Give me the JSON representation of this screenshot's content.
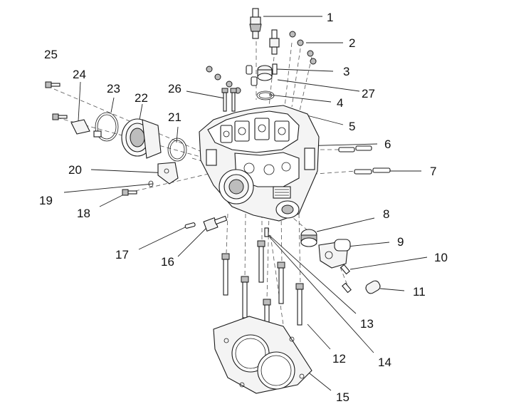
{
  "callouts": [
    {
      "id": "1",
      "label": "1"
    },
    {
      "id": "2",
      "label": "2"
    },
    {
      "id": "3",
      "label": "3"
    },
    {
      "id": "4",
      "label": "4"
    },
    {
      "id": "5",
      "label": "5"
    },
    {
      "id": "6",
      "label": "6"
    },
    {
      "id": "7",
      "label": "7"
    },
    {
      "id": "8",
      "label": "8"
    },
    {
      "id": "9",
      "label": "9"
    },
    {
      "id": "10",
      "label": "10"
    },
    {
      "id": "11",
      "label": "11"
    },
    {
      "id": "12",
      "label": "12"
    },
    {
      "id": "13",
      "label": "13"
    },
    {
      "id": "14",
      "label": "14"
    },
    {
      "id": "15",
      "label": "15"
    },
    {
      "id": "16",
      "label": "16"
    },
    {
      "id": "17",
      "label": "17"
    },
    {
      "id": "18",
      "label": "18"
    },
    {
      "id": "19",
      "label": "19"
    },
    {
      "id": "20",
      "label": "20"
    },
    {
      "id": "21",
      "label": "21"
    },
    {
      "id": "22",
      "label": "22"
    },
    {
      "id": "23",
      "label": "23"
    },
    {
      "id": "24",
      "label": "24"
    },
    {
      "id": "25",
      "label": "25"
    },
    {
      "id": "26",
      "label": "26"
    },
    {
      "id": "27",
      "label": "27"
    }
  ]
}
